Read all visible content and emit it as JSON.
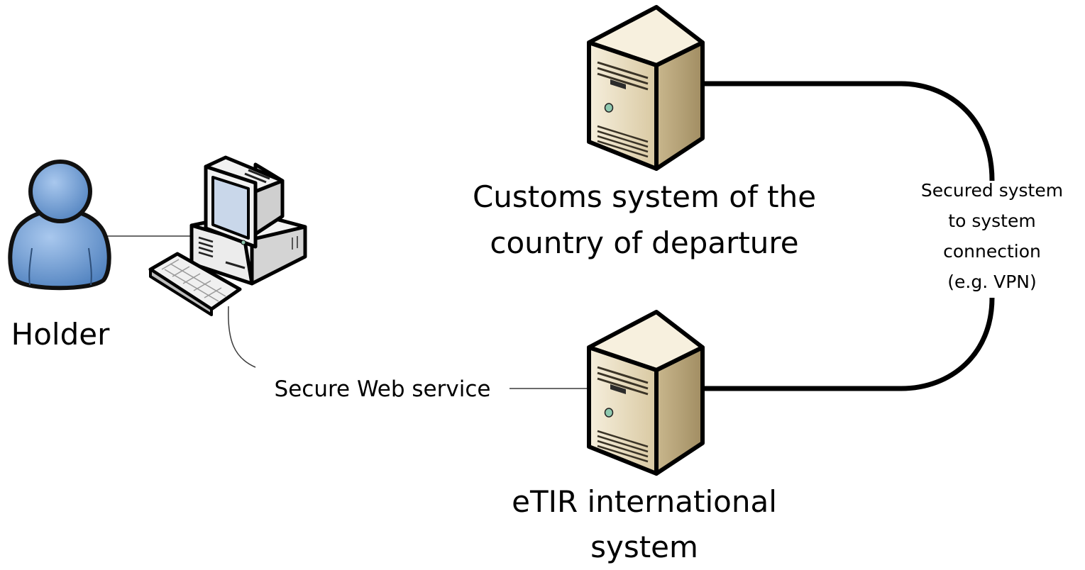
{
  "nodes": {
    "holder": {
      "label": "Holder",
      "icon": "person-icon"
    },
    "customs": {
      "label_lines": [
        "Customs system of the",
        "country of departure"
      ],
      "icon": "server-icon"
    },
    "etir": {
      "label_lines": [
        "eTIR international",
        "system"
      ],
      "icon": "server-icon"
    },
    "computer": {
      "icon": "desktop-computer-icon"
    }
  },
  "edges": {
    "secure_web_service": {
      "label": "Secure Web service"
    },
    "system_connection": {
      "label_lines": [
        "Secured system",
        "to system",
        "connection",
        "(e.g. VPN)"
      ]
    }
  },
  "colors": {
    "person_fill": "#6f9fd6",
    "person_stroke": "#111111",
    "server_front": "#e9dfc6",
    "server_side": "#b8a77f",
    "server_top": "#f4eddb",
    "server_led": "#8fc9b0",
    "monitor_screen": "#c9d7ea",
    "computer_body": "#f3f3f3"
  }
}
